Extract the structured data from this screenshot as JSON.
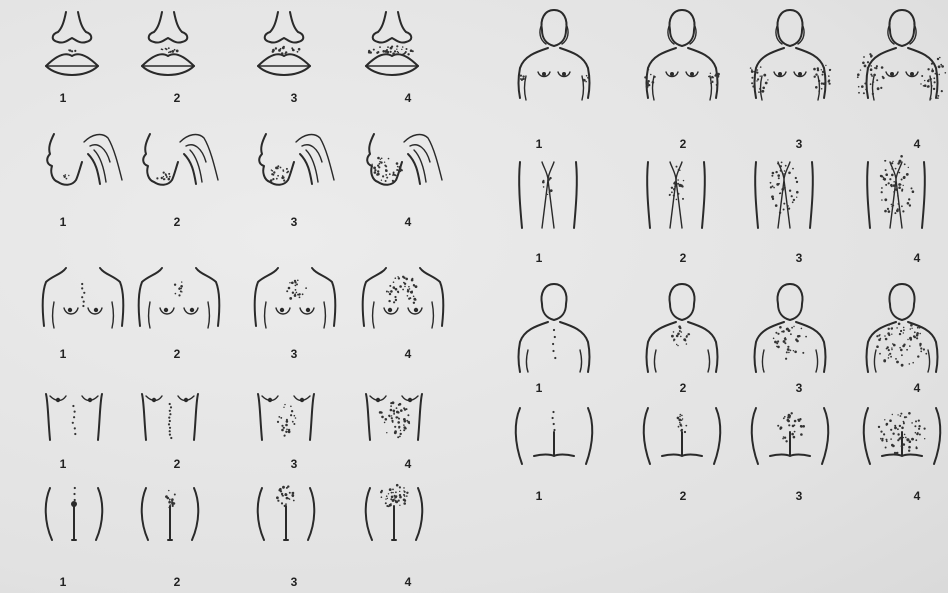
{
  "left_groups": [
    {
      "id": "upper-lip",
      "labels": [
        "1",
        "2",
        "3",
        "4"
      ]
    },
    {
      "id": "chin",
      "labels": [
        "1",
        "2",
        "3",
        "4"
      ]
    },
    {
      "id": "chest",
      "labels": [
        "1",
        "2",
        "3",
        "4"
      ]
    },
    {
      "id": "upper-abdomen",
      "labels": [
        "1",
        "2",
        "3",
        "4"
      ]
    },
    {
      "id": "lower-abdomen",
      "labels": [
        "1",
        "2",
        "3",
        "4"
      ]
    }
  ],
  "right_groups": [
    {
      "id": "upper-arm",
      "labels": [
        "1",
        "2",
        "3",
        "4"
      ]
    },
    {
      "id": "thigh",
      "labels": [
        "1",
        "2",
        "3",
        "4"
      ]
    },
    {
      "id": "upper-back",
      "labels": [
        "1",
        "2",
        "3",
        "4"
      ]
    },
    {
      "id": "lower-back",
      "labels": [
        "1",
        "2",
        "3",
        "4"
      ]
    }
  ],
  "colors": {
    "background": "#e6e6e6",
    "ink": "#2a2a2a"
  }
}
